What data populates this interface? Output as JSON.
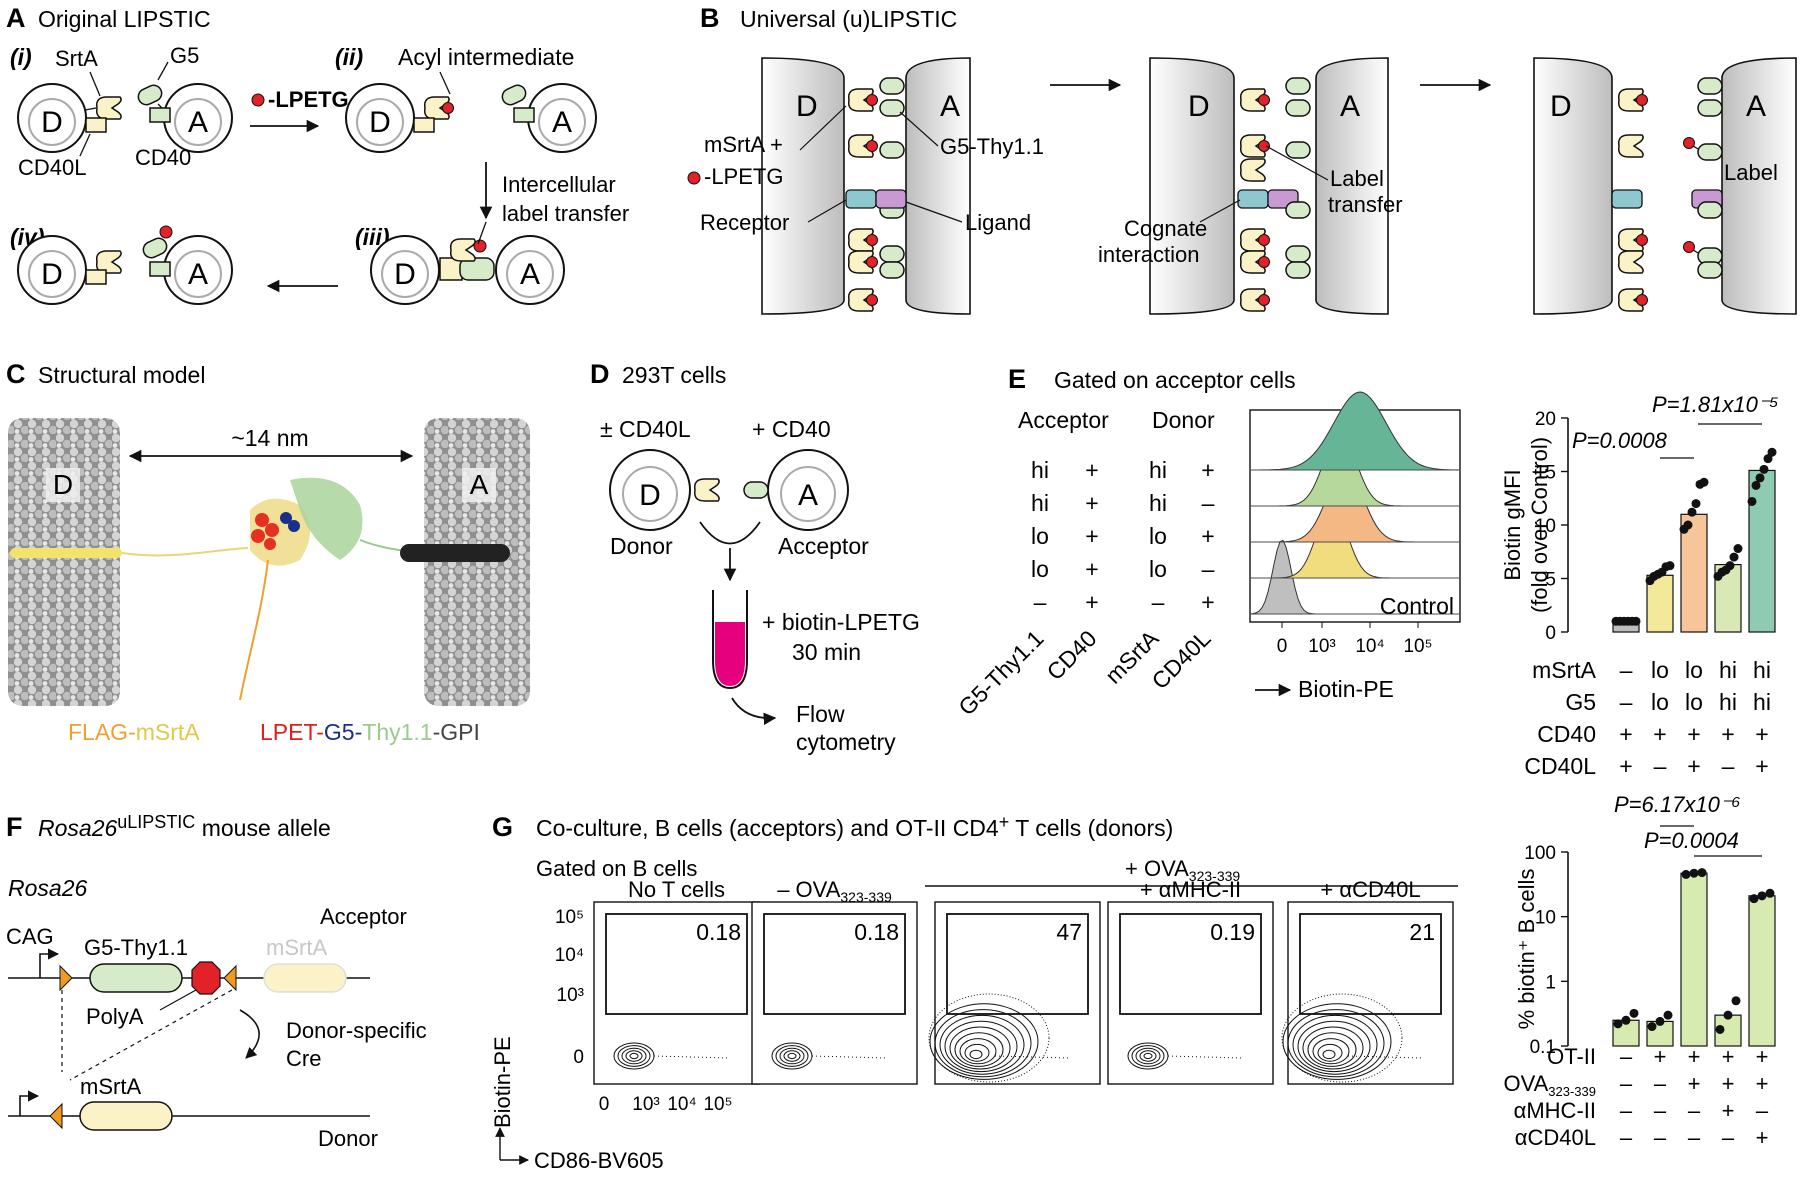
{
  "panelA": {
    "letter": "A",
    "title": "Original LIPSTIC",
    "step_i": "(i)",
    "step_ii": "(ii)",
    "step_iii": "(iii)",
    "step_iv": "(iv)",
    "srta": "SrtA",
    "g5": "G5",
    "cd40l": "CD40L",
    "cd40": "CD40",
    "lpetg": "-LPETG",
    "acyl": "Acyl intermediate",
    "transfer1": "Intercellular",
    "transfer2": "label transfer",
    "donor": "D",
    "acceptor": "A"
  },
  "panelB": {
    "letter": "B",
    "title": "Universal (u)LIPSTIC",
    "msrta": "mSrtA +",
    "lpetg": "-LPETG",
    "receptor": "Receptor",
    "g5thy": "G5-Thy1.1",
    "ligand": "Ligand",
    "cognate1": "Cognate",
    "cognate2": "interaction",
    "labeltr1": "Label",
    "labeltr2": "transfer",
    "label": "Label",
    "donor": "D",
    "acceptor": "A"
  },
  "panelC": {
    "letter": "C",
    "title": "Structural model",
    "distance": "~14 nm",
    "donor": "D",
    "acceptor": "A",
    "legend_left": [
      {
        "text": "FLAG-",
        "color": "#f0a030"
      },
      {
        "text": "mSrtA",
        "color": "#e0c84a"
      }
    ],
    "legend_right": [
      {
        "text": "LPET-",
        "color": "#e02020"
      },
      {
        "text": "G5-",
        "color": "#1a2f8a"
      },
      {
        "text": "Thy1.1",
        "color": "#9cc98e"
      },
      {
        "text": "-GPI",
        "color": "#444444"
      }
    ]
  },
  "panelD": {
    "letter": "D",
    "title": "293T cells",
    "cd40l": "± CD40L",
    "cd40": "+ CD40",
    "donor_label": "Donor",
    "acceptor_label": "Acceptor",
    "reagent": "+ biotin-LPETG",
    "time": "30 min",
    "flow1": "Flow",
    "flow2": "cytometry",
    "donor": "D",
    "acceptor": "A"
  },
  "panelE": {
    "letter": "E",
    "title": "Gated on acceptor cells",
    "acceptor_header": "Acceptor",
    "donor_header": "Donor",
    "rows": [
      [
        "hi",
        "+",
        "hi",
        "+"
      ],
      [
        "hi",
        "+",
        "hi",
        "–"
      ],
      [
        "lo",
        "+",
        "lo",
        "+"
      ],
      [
        "lo",
        "+",
        "lo",
        "–"
      ],
      [
        "–",
        "+",
        "–",
        "+"
      ]
    ],
    "col_labels": [
      "G5-Thy1.1",
      "CD40",
      "mSrtA",
      "CD40L"
    ],
    "control": "Control",
    "hist_ticks": [
      "0",
      "10³",
      "10⁴",
      "10⁵"
    ],
    "hist_xlabel": "Biotin-PE",
    "hist_colors": [
      "#66b596",
      "#b6d89a",
      "#f4b884",
      "#f1dc7e",
      "#bfbfbf"
    ]
  },
  "chart_data": [
    {
      "type": "bar",
      "ylabel": "Biotin gMFI",
      "ylabel2": "(fold over Control)",
      "ylim": [
        0,
        20
      ],
      "yticks": [
        "0",
        "5",
        "10",
        "15",
        "20"
      ],
      "values": [
        1.0,
        5.3,
        11.0,
        6.3,
        15.1
      ],
      "colors": [
        "#bdbdbd",
        "#f4e99a",
        "#f6c59a",
        "#d9e9b6",
        "#8fcbb2"
      ],
      "points": [
        [
          1.0,
          1.0,
          1.0,
          1.0,
          1.0,
          1.0
        ],
        [
          4.8,
          5.2,
          5.4,
          5.6,
          6.1,
          6.2
        ],
        [
          9.6,
          10.0,
          11.2,
          12.0,
          13.8,
          14.0
        ],
        [
          5.2,
          5.6,
          5.8,
          6.2,
          7.0,
          7.8
        ],
        [
          12.2,
          13.7,
          14.4,
          15.2,
          16.2,
          16.8
        ]
      ],
      "pvalues": [
        "P=0.0008",
        "P=1.81x10⁻⁵"
      ],
      "table": [
        {
          "label": "mSrtA",
          "values": [
            "–",
            "lo",
            "lo",
            "hi",
            "hi"
          ]
        },
        {
          "label": "G5",
          "values": [
            "–",
            "lo",
            "lo",
            "hi",
            "hi"
          ]
        },
        {
          "label": "CD40",
          "values": [
            "+",
            "+",
            "+",
            "+",
            "+"
          ]
        },
        {
          "label": "CD40L",
          "values": [
            "+",
            "–",
            "+",
            "–",
            "+"
          ]
        }
      ]
    },
    {
      "type": "bar",
      "scale": "log",
      "ylabel": "% biotin⁺ B cells",
      "yticks": [
        "0.1",
        "1",
        "10",
        "100"
      ],
      "values": [
        0.25,
        0.24,
        47,
        0.3,
        21
      ],
      "color": "#d7eab0",
      "points": [
        [
          0.22,
          0.25,
          0.32
        ],
        [
          0.2,
          0.24,
          0.3
        ],
        [
          45,
          47,
          48
        ],
        [
          0.18,
          0.3,
          0.5
        ],
        [
          19,
          21,
          23
        ]
      ],
      "pvalues": [
        "P=6.17x10⁻⁶",
        "P=0.0004"
      ],
      "table": [
        {
          "label": "OT-II",
          "values": [
            "–",
            "+",
            "+",
            "+",
            "+"
          ]
        },
        {
          "label": "OVA",
          "sub": "323-339",
          "values": [
            "–",
            "–",
            "+",
            "+",
            "+"
          ]
        },
        {
          "label": "αMHC-II",
          "values": [
            "–",
            "–",
            "–",
            "+",
            "–"
          ]
        },
        {
          "label": "αCD40L",
          "values": [
            "–",
            "–",
            "–",
            "–",
            "+"
          ]
        }
      ]
    }
  ],
  "panelF": {
    "letter": "F",
    "title_a": "Rosa26",
    "title_sup": "uLIPSTIC",
    "title_b": " mouse allele",
    "locus": "Rosa26",
    "cag": "CAG",
    "g5thy": "G5-Thy1.1",
    "polya": "PolyA",
    "msrta_grey": "mSrtA",
    "acceptor": "Acceptor",
    "cre1": "Donor-specific",
    "cre2": "Cre",
    "msrta": "mSrtA",
    "donor": "Donor"
  },
  "panelG": {
    "letter": "G",
    "title_a": "Co-culture, B cells (acceptors) and OT-II CD4",
    "title_sup": "+",
    "title_b": " T cells (donors)",
    "gated": "Gated on B cells",
    "ova_header": "+ OVA",
    "ova_sub": "323-339",
    "plots": [
      {
        "label": "No T cells",
        "sub": "",
        "value": "0.18"
      },
      {
        "label": "– OVA",
        "sub": "323-339",
        "value": "0.18"
      },
      {
        "label": "",
        "sub": "",
        "value": "47"
      },
      {
        "label": "+ αMHC-II",
        "sub": "",
        "value": "0.19"
      },
      {
        "label": "+ αCD40L",
        "sub": "",
        "value": "21"
      }
    ],
    "y_ticks": [
      "10⁵",
      "10⁴",
      "10³",
      "0"
    ],
    "x_ticks": [
      "0",
      "10³",
      "10⁴",
      "10⁵"
    ],
    "ylabel": "Biotin-PE",
    "xlabel": "CD86-BV605"
  }
}
